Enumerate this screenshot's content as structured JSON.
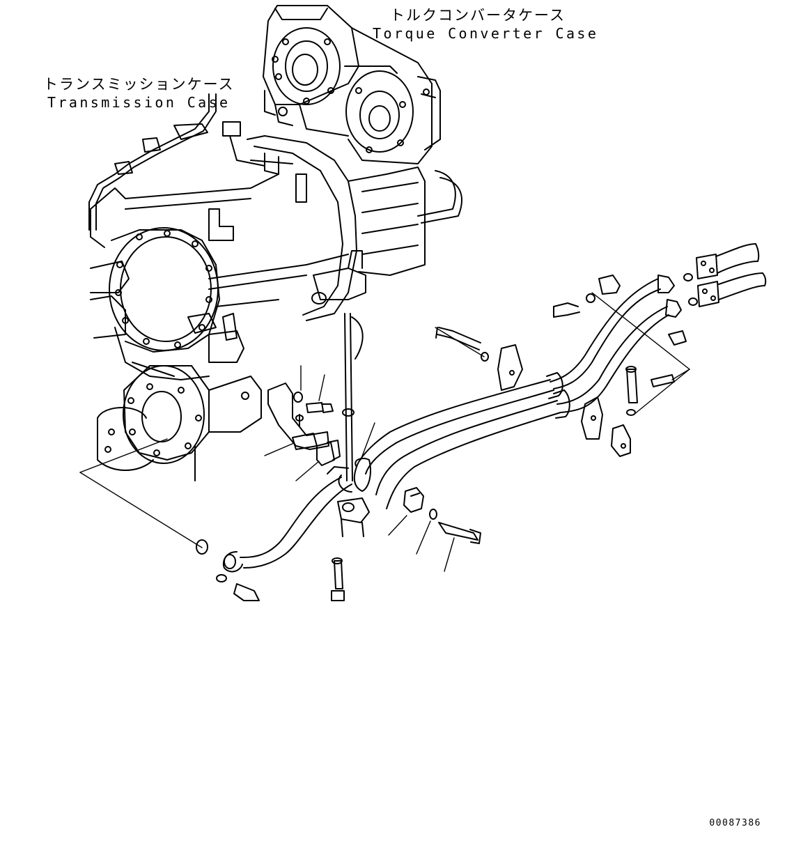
{
  "labels": {
    "torque_converter_jp": "トルクコンバータケース",
    "torque_converter_en": "Torque Converter Case",
    "transmission_jp": "トランスミッションケース",
    "transmission_en": "Transmission Case"
  },
  "drawing_number": "00087386",
  "colors": {
    "line": "#000000",
    "background": "#ffffff"
  }
}
